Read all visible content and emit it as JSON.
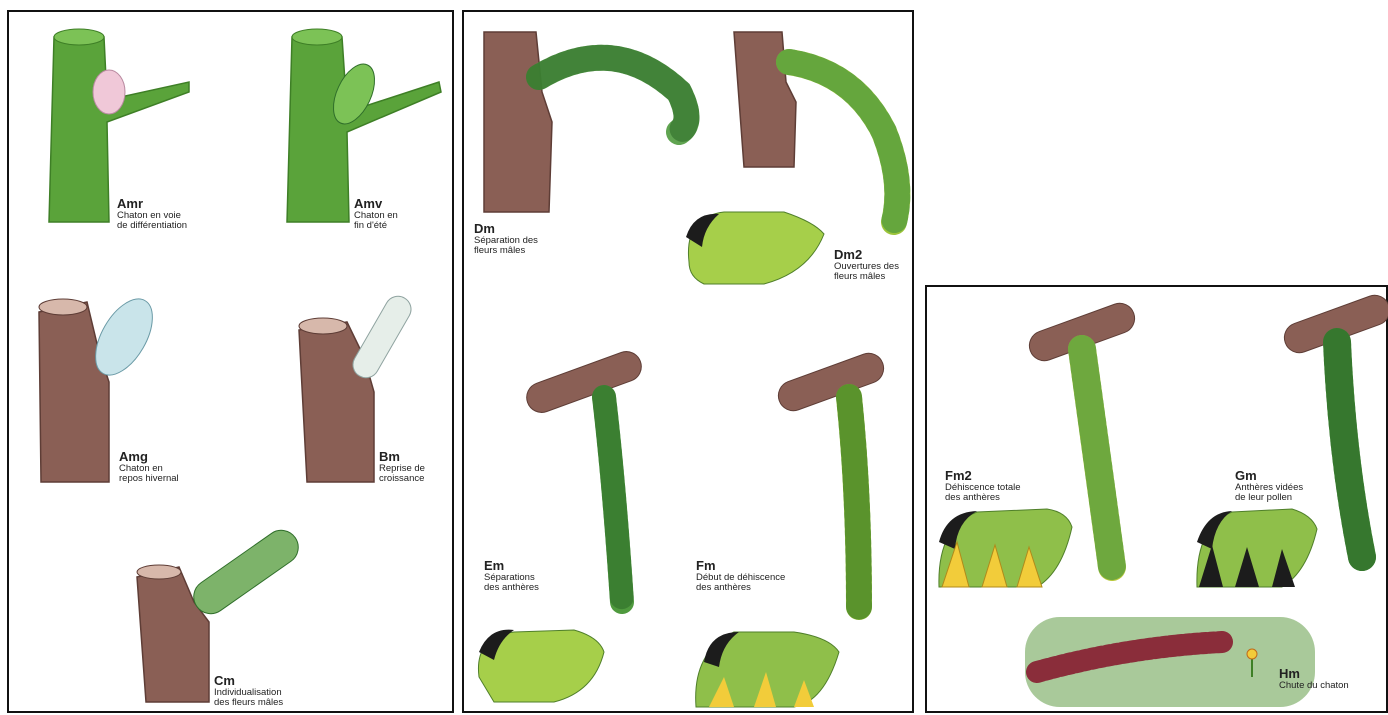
{
  "colors": {
    "green_branch": "#5aa33a",
    "green_branch_dark": "#3e7f26",
    "brown_branch": "#8a5f55",
    "brown_branch_dark": "#5e3d36",
    "catkin_green": "#4f9a3e",
    "catkin_yellow_green": "#9cc43a",
    "catkin_dark": "#2f6e2a",
    "catkin_red": "#8a2d3a",
    "bud_pink": "#f0c8d8",
    "bud_blue": "#c9e4ea",
    "flower_green": "#a6cf4a",
    "anther_yellow": "#f2cc3a",
    "anther_black": "#1c1c1c",
    "ground_green": "#a9c99a"
  },
  "stages": [
    {
      "code": "Amr",
      "desc": "Chaton en voie\nde différentiation"
    },
    {
      "code": "Amv",
      "desc": "Chaton en\nfin d'été"
    },
    {
      "code": "Amg",
      "desc": "Chaton en\nrepos hivernal"
    },
    {
      "code": "Bm",
      "desc": "Reprise de\ncroissance"
    },
    {
      "code": "Cm",
      "desc": "Individualisation\ndes fleurs mâles"
    },
    {
      "code": "Dm",
      "desc": "Séparation des\nfleurs mâles"
    },
    {
      "code": "Dm2",
      "desc": "Ouvertures des\nfleurs mâles"
    },
    {
      "code": "Em",
      "desc": "Séparations\ndes anthères"
    },
    {
      "code": "Fm",
      "desc": "Début de déhiscence\ndes anthères"
    },
    {
      "code": "Fm2",
      "desc": "Déhiscence totale\ndes anthères"
    },
    {
      "code": "Gm",
      "desc": "Anthères vidées\nde leur pollen"
    },
    {
      "code": "Hm",
      "desc": "Chute du chaton"
    }
  ]
}
